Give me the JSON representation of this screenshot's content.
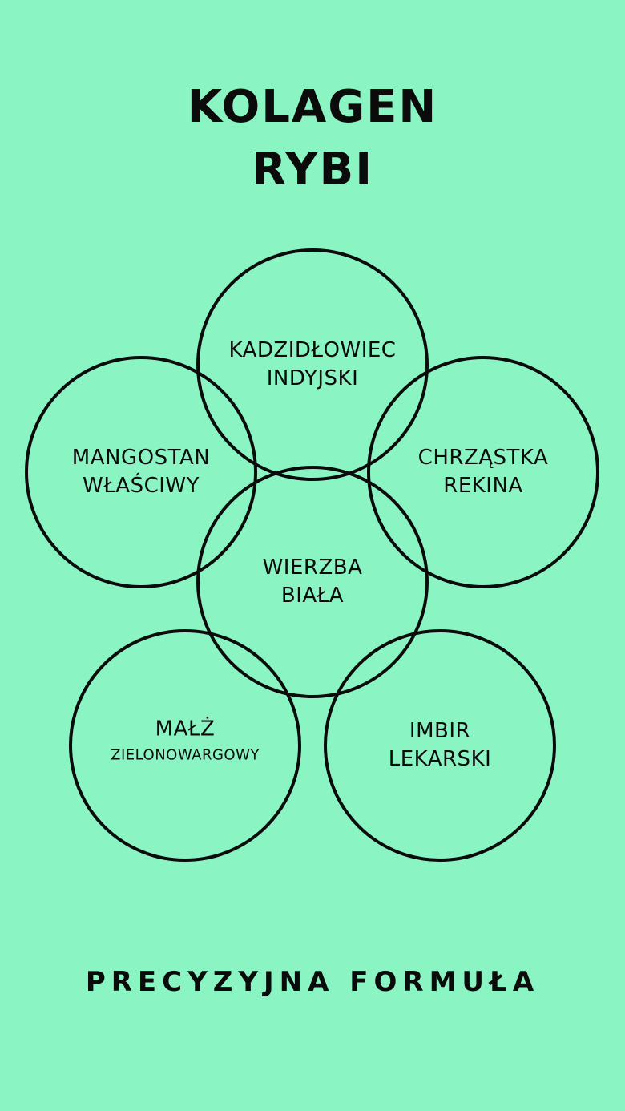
{
  "title": {
    "line1": "KOLAGEN",
    "line2": "RYBI"
  },
  "circles": [
    {
      "id": "top",
      "line1": "KADZIDŁOWIEC",
      "line2": "INDYJSKI"
    },
    {
      "id": "left",
      "line1": "MANGOSTAN",
      "line2": "WŁAŚCIWY"
    },
    {
      "id": "right",
      "line1": "CHRZĄSTKA",
      "line2": "REKINA"
    },
    {
      "id": "center",
      "line1": "WIERZBA",
      "line2": "BIAŁA"
    },
    {
      "id": "bottom-left",
      "line1": "MAŁŻ",
      "line2": "ZIELONOWARGOWY"
    },
    {
      "id": "bottom-right",
      "line1": "IMBIR",
      "line2": "LEKARSKI"
    }
  ],
  "footer": "PRECYZYJNA FORMUŁA",
  "colors": {
    "background": "#8af4c3",
    "stroke": "#0b0b0b"
  }
}
